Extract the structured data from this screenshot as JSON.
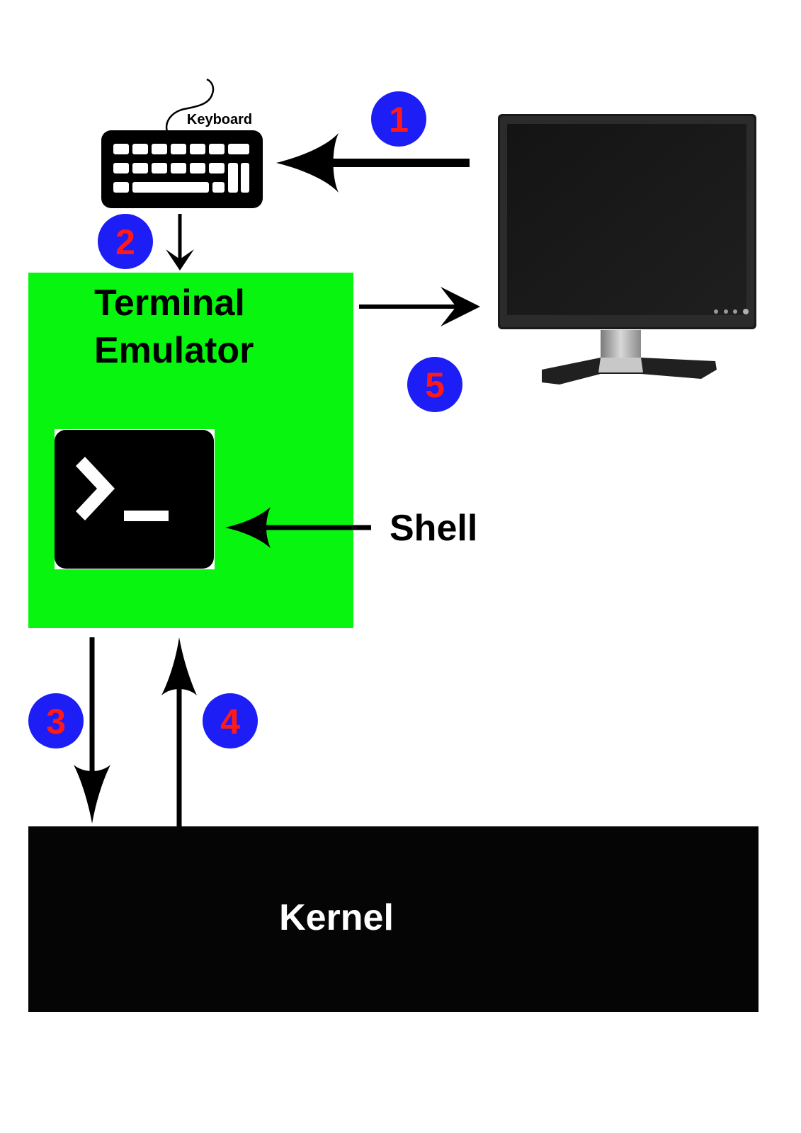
{
  "keyboard": {
    "label": "Keyboard"
  },
  "terminal": {
    "title_line1": "Terminal",
    "title_line2": "Emulator",
    "color": "#08f50f"
  },
  "shell": {
    "label": "Shell",
    "prompt": ">_"
  },
  "kernel": {
    "label": "Kernel"
  },
  "steps": [
    {
      "number": "1"
    },
    {
      "number": "2"
    },
    {
      "number": "3"
    },
    {
      "number": "4"
    },
    {
      "number": "5"
    }
  ],
  "colors": {
    "step_circle": "#1d1df5",
    "step_number": "#ff1a1a",
    "arrow": "#000000",
    "kernel_bg": "#050505",
    "kernel_text": "#ffffff"
  }
}
